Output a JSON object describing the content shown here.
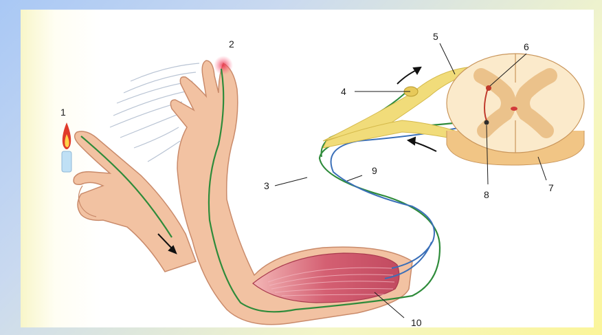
{
  "diagram": {
    "labels": {
      "l1": "1",
      "l2": "2",
      "l3": "3",
      "l4": "4",
      "l5": "5",
      "l6": "6",
      "l7": "7",
      "l8": "8",
      "l9": "9",
      "l10": "10"
    },
    "colors": {
      "skin": "#f2c2a2",
      "skin_outline": "#c98a6a",
      "sensory_nerve": "#2e8b3a",
      "motor_nerve": "#3a6fb8",
      "muscle": "#d8707f",
      "spinal_gray": "#f1d3a0",
      "spinal_white": "#fbeacb",
      "nerve_root": "#f1dc7a",
      "flame": "#e03a2a",
      "arrow": "#111111"
    }
  }
}
